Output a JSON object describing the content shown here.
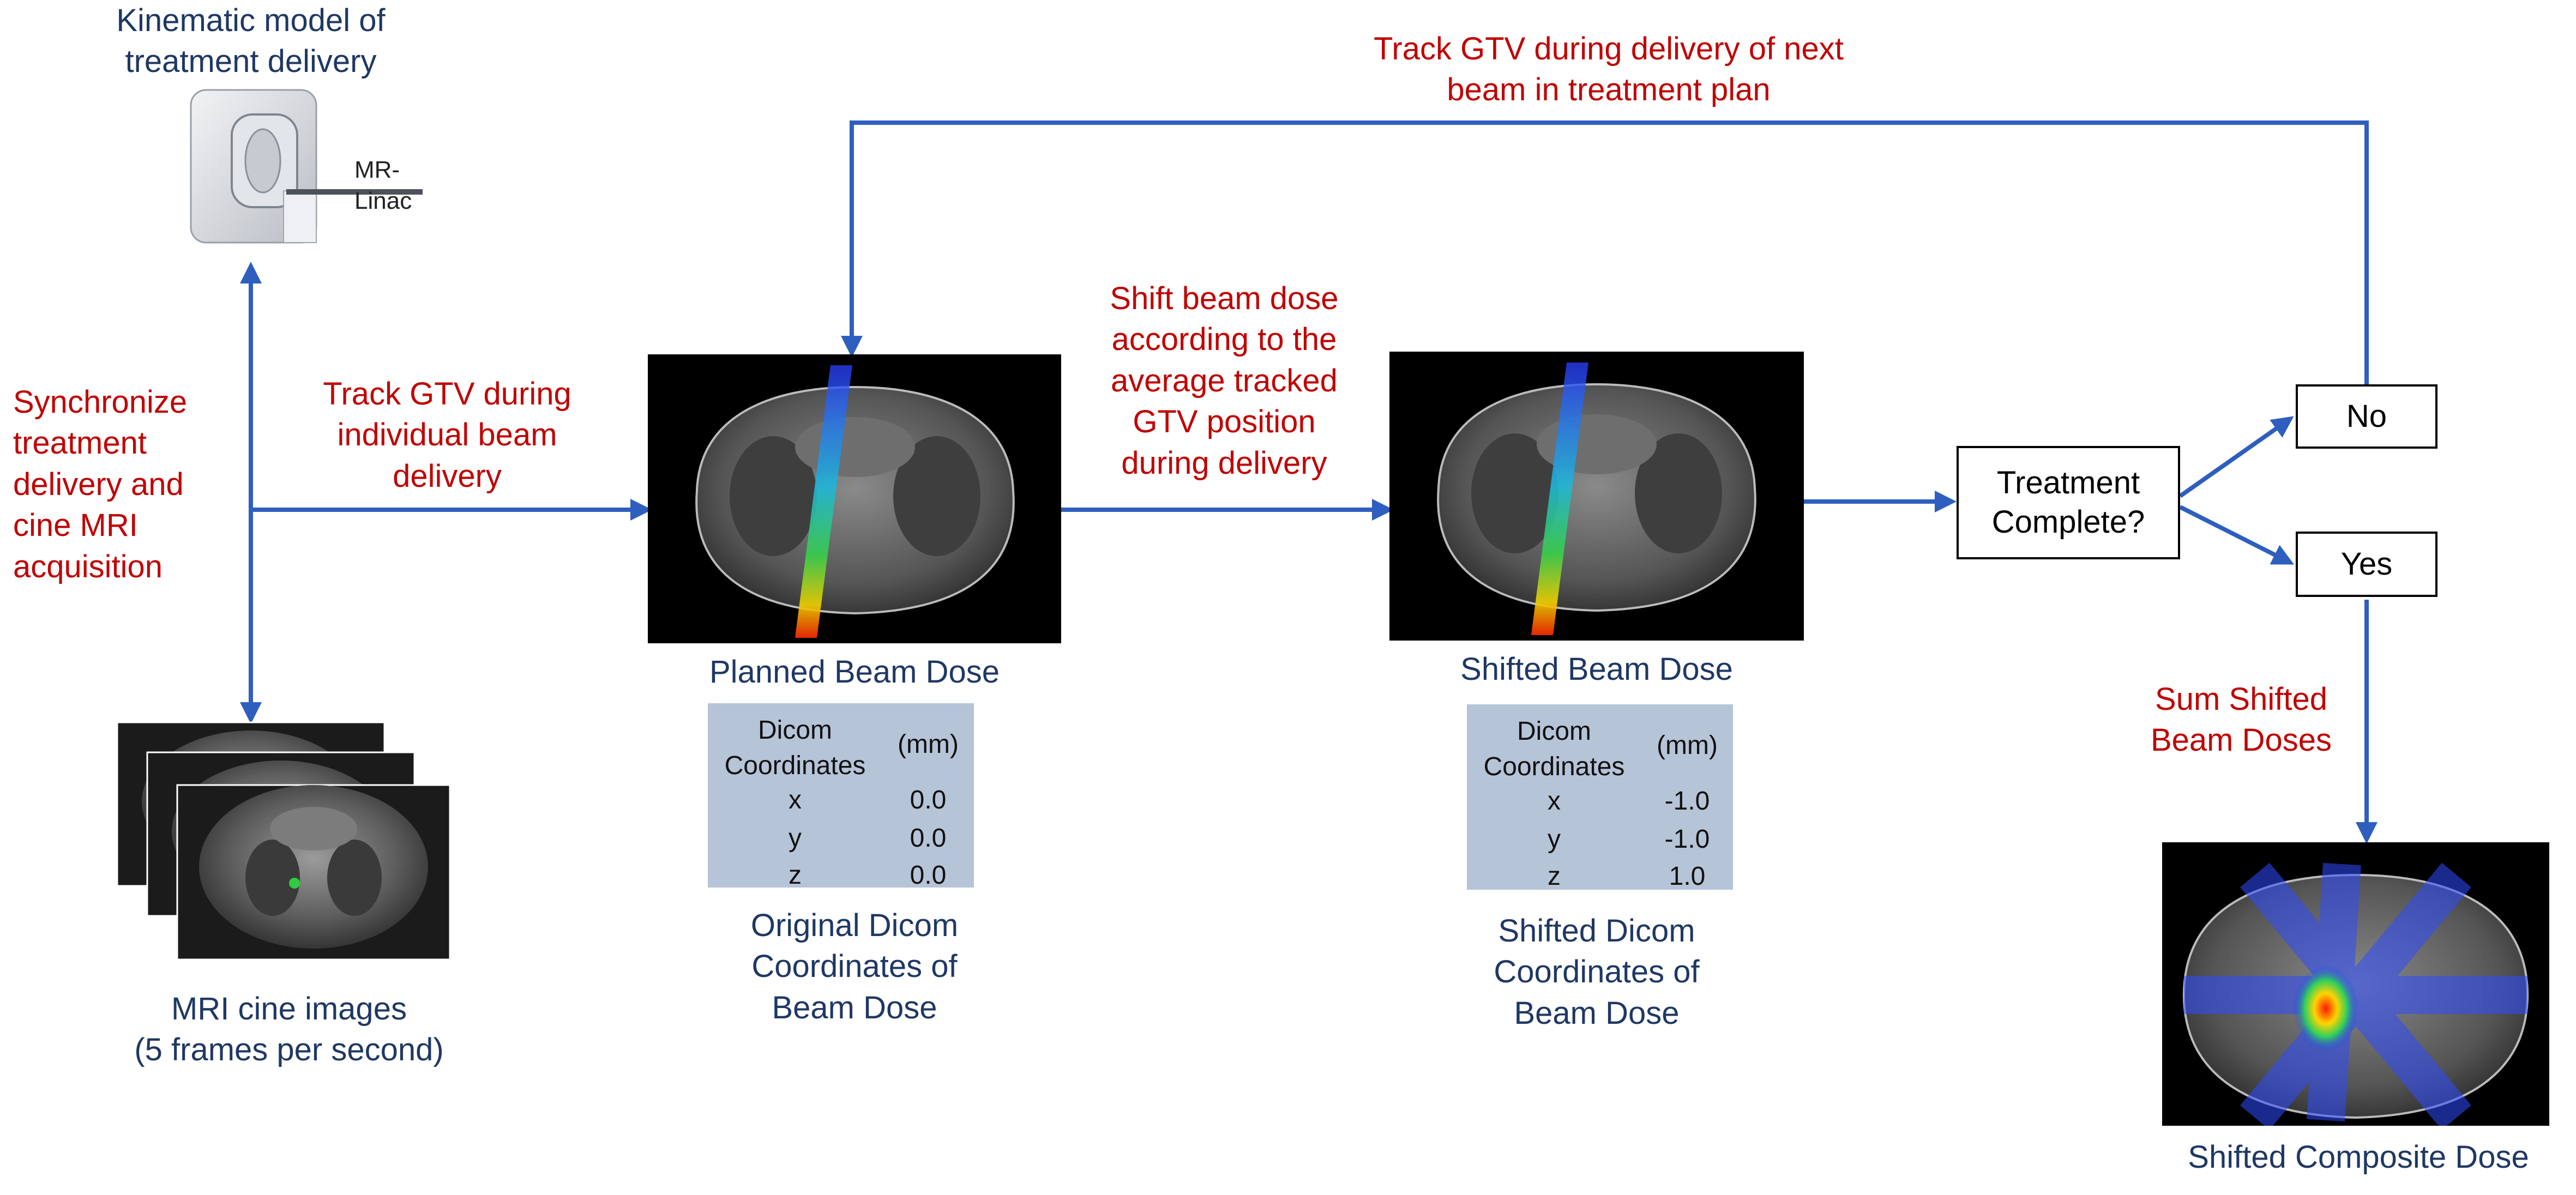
{
  "machine": {
    "title_line1": "Kinematic model of",
    "title_line2": "treatment delivery",
    "device_label": "MR-Linac"
  },
  "sync_label": [
    "Synchronize",
    "treatment",
    "delivery and",
    "cine MRI",
    "acquisition"
  ],
  "track_label": [
    "Track GTV during",
    "individual beam",
    "delivery"
  ],
  "shift_label": [
    "Shift beam dose",
    "according to the",
    "average tracked",
    "GTV position",
    "during delivery"
  ],
  "loop_label": [
    "Track GTV during delivery of next",
    "beam in treatment plan"
  ],
  "sum_label": [
    "Sum Shifted",
    "Beam Doses"
  ],
  "mri": {
    "caption_line1": "MRI cine images",
    "caption_line2": "(5 frames per second)"
  },
  "planned": {
    "caption": "Planned Beam Dose",
    "table": {
      "header_line1": "Dicom",
      "header_line2": "Coordinates",
      "unit": "(mm)",
      "rows": [
        {
          "axis": "x",
          "value": "0.0"
        },
        {
          "axis": "y",
          "value": "0.0"
        },
        {
          "axis": "z",
          "value": "0.0"
        }
      ]
    },
    "coords_caption": [
      "Original Dicom",
      "Coordinates of",
      "Beam Dose"
    ]
  },
  "shifted": {
    "caption": "Shifted Beam Dose",
    "table": {
      "header_line1": "Dicom",
      "header_line2": "Coordinates",
      "unit": "(mm)",
      "rows": [
        {
          "axis": "x",
          "value": "-1.0"
        },
        {
          "axis": "y",
          "value": "-1.0"
        },
        {
          "axis": "z",
          "value": "1.0"
        }
      ]
    },
    "coords_caption": [
      "Shifted Dicom",
      "Coordinates of",
      "Beam Dose"
    ]
  },
  "decision": {
    "line1": "Treatment",
    "line2": "Complete?",
    "no": "No",
    "yes": "Yes"
  },
  "composite_caption": "Shifted Composite Dose",
  "colors": {
    "arrow": "#2e5fbf",
    "red_text": "#c00000",
    "blue_text": "#1f3864",
    "table_bg": "#b6c4d8"
  }
}
